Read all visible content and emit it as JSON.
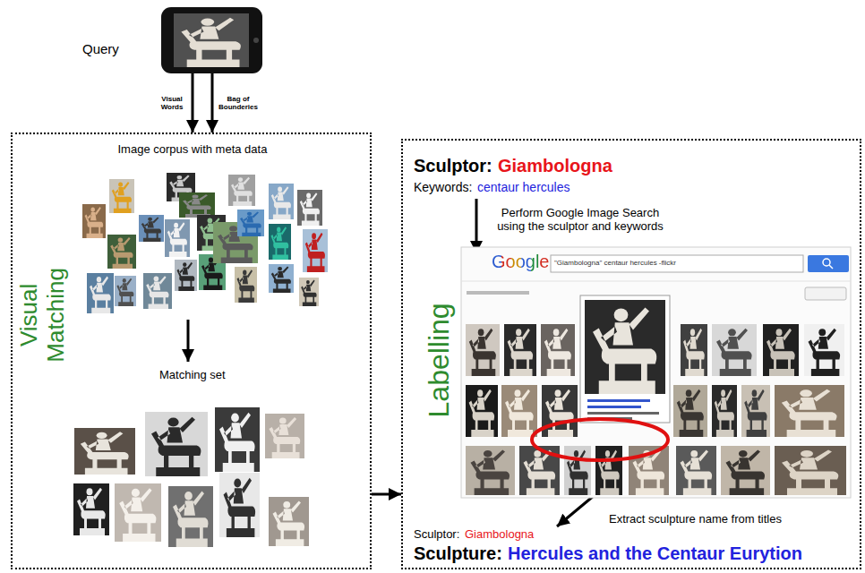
{
  "diagram": {
    "nodes": [
      {
        "text": [
          "Query"
        ]
      },
      {
        "text": [
          "Visual Matching",
          "Image corpus with meta data",
          "Matching set"
        ]
      },
      {
        "text": [
          "Sculptor:",
          "Giambologna",
          "Keywords:",
          "centaur hercules",
          "Perform Google Image Search using the sculptor and keywords",
          "Labelling",
          "Extract sculpture name from titles",
          "Sculptor:",
          "Giambologna",
          "Sculpture:",
          "Hercules and the Centaur Eurytion"
        ]
      }
    ],
    "edges": [
      {
        "from": 0,
        "to": 1,
        "arrow": "to",
        "label": "Visual Words"
      },
      {
        "from": 0,
        "to": 1,
        "arrow": "to",
        "label": "Bag of Bounderies"
      },
      {
        "from": 1,
        "to": 2,
        "arrow": "to"
      }
    ],
    "labels": [
      "Google",
      "\"Giambologna\" centaur hercules -flickr"
    ]
  }
}
